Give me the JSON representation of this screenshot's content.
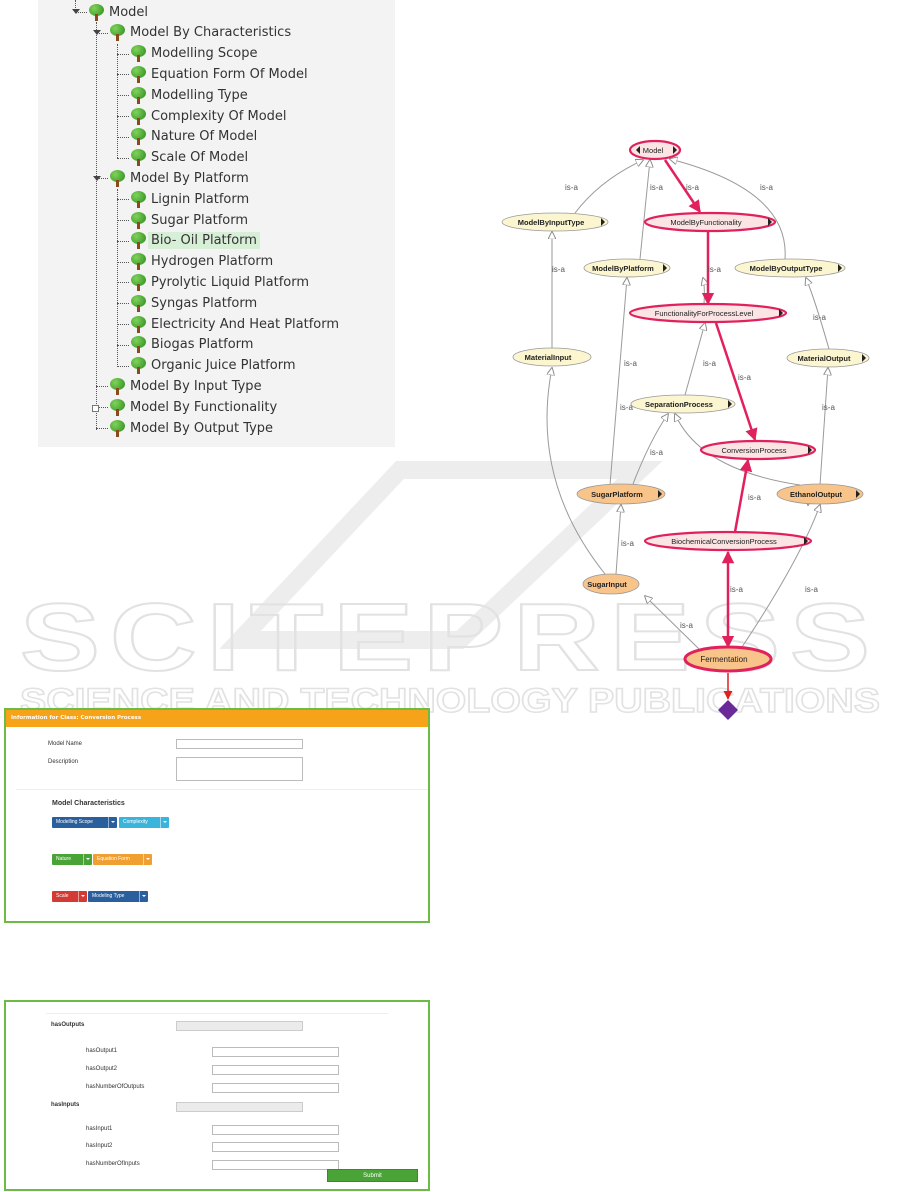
{
  "tree": {
    "root": "Model",
    "nodes": [
      {
        "label": "Model",
        "level": 0
      },
      {
        "label": "Model By Characteristics",
        "level": 1
      },
      {
        "label": "Modelling Scope",
        "level": 2
      },
      {
        "label": "Equation Form Of Model",
        "level": 2
      },
      {
        "label": "Modelling Type",
        "level": 2
      },
      {
        "label": "Complexity Of Model",
        "level": 2
      },
      {
        "label": "Nature Of Model",
        "level": 2
      },
      {
        "label": "Scale Of Model",
        "level": 2
      },
      {
        "label": "Model By Platform",
        "level": 1
      },
      {
        "label": "Lignin Platform",
        "level": 2
      },
      {
        "label": "Sugar Platform",
        "level": 2
      },
      {
        "label": "Bio- Oil Platform",
        "level": 2,
        "selected": true
      },
      {
        "label": "Hydrogen Platform",
        "level": 2
      },
      {
        "label": "Pyrolytic Liquid Platform",
        "level": 2
      },
      {
        "label": "Syngas Platform",
        "level": 2
      },
      {
        "label": "Electricity And Heat Platform",
        "level": 2
      },
      {
        "label": "Biogas Platform",
        "level": 2
      },
      {
        "label": "Organic Juice Platform",
        "level": 2
      },
      {
        "label": "Model By Input Type",
        "level": 1
      },
      {
        "label": "Model By Functionality",
        "level": 1
      },
      {
        "label": "Model By Output Type",
        "level": 1
      }
    ]
  },
  "form1": {
    "header": "Information for Class: Conversion Process",
    "model_name_label": "Model Name",
    "description_label": "Description",
    "characteristics_title": "Model Characteristics",
    "buttons": [
      {
        "label": "Modelling Scope",
        "color": "#2a5f9e"
      },
      {
        "label": "Complexity",
        "color": "#3bb4dc"
      },
      {
        "label": "Nature",
        "color": "#4aa336"
      },
      {
        "label": "Equation Form",
        "color": "#f0a030"
      },
      {
        "label": "Scale",
        "color": "#d23a33"
      },
      {
        "label": "Modeling Type",
        "color": "#2a5f9e"
      }
    ]
  },
  "form2": {
    "has_outputs": "hasOutputs",
    "outputs": [
      "hasOutput1",
      "hasOutput2",
      "hasNumberOfOutputs"
    ],
    "has_inputs": "hasInputs",
    "inputs": [
      "hasInput1",
      "hasInput2",
      "hasNumberOfInputs"
    ],
    "submit": "Submit"
  },
  "graph": {
    "edge_label": "is-a",
    "nodes": {
      "model": "Model",
      "by_input": "ModelByInputType",
      "by_functionality": "ModelByFunctionality",
      "by_platform": "ModelByPlatform",
      "by_output": "ModelByOutputType",
      "functionality_level": "FunctionalityForProcessLevel",
      "material_input": "MaterialInput",
      "material_output": "MaterialOutput",
      "separation": "SeparationProcess",
      "conversion": "ConversionProcess",
      "sugar_platform": "SugarPlatform",
      "ethanol_output": "EthanolOutput",
      "biochemical": "BiochemicalConversionProcess",
      "sugar_input": "SugarInput",
      "fermentation": "Fermentation"
    },
    "colors": {
      "highlight": "#e0215d",
      "yellow_node": "#fbf6cf",
      "orange_node": "#f8c48a",
      "pink_fill": "#fbe4e4",
      "terminal": "#6a2a9a"
    }
  },
  "watermark": {
    "line1": "SCITEPRESS",
    "line2": "SCIENCE AND TECHNOLOGY PUBLICATIONS"
  }
}
